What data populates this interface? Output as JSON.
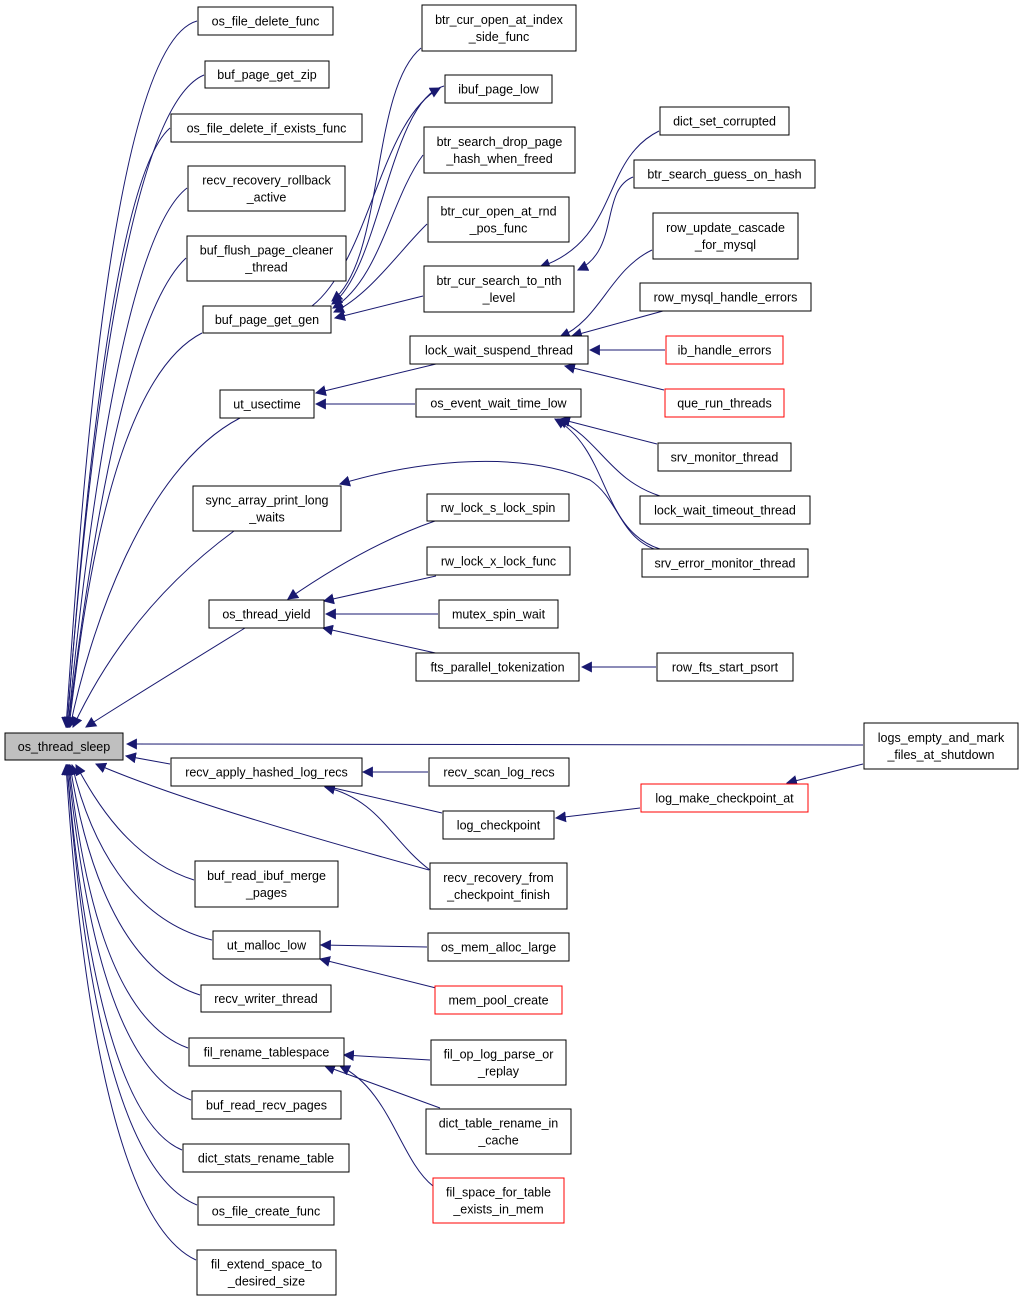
{
  "graph": {
    "nodes": [
      {
        "id": "os_thread_sleep",
        "lines": [
          "os_thread_sleep"
        ],
        "fill": "#bfbfbf",
        "stroke": "#000000"
      },
      {
        "id": "os_file_delete_func",
        "lines": [
          "os_file_delete_func"
        ],
        "fill": "#ffffff",
        "stroke": "#000000"
      },
      {
        "id": "buf_page_get_zip",
        "lines": [
          "buf_page_get_zip"
        ],
        "fill": "#ffffff",
        "stroke": "#000000"
      },
      {
        "id": "os_file_delete_if_exists_func",
        "lines": [
          "os_file_delete_if_exists_func"
        ],
        "fill": "#ffffff",
        "stroke": "#000000"
      },
      {
        "id": "recv_recovery_rollback_active",
        "lines": [
          "recv_recovery_rollback",
          "_active"
        ],
        "fill": "#ffffff",
        "stroke": "#000000"
      },
      {
        "id": "buf_flush_page_cleaner_thread",
        "lines": [
          "buf_flush_page_cleaner",
          "_thread"
        ],
        "fill": "#ffffff",
        "stroke": "#000000"
      },
      {
        "id": "buf_page_get_gen",
        "lines": [
          "buf_page_get_gen"
        ],
        "fill": "#ffffff",
        "stroke": "#000000"
      },
      {
        "id": "ut_usectime",
        "lines": [
          "ut_usectime"
        ],
        "fill": "#ffffff",
        "stroke": "#000000"
      },
      {
        "id": "sync_array_print_long_waits",
        "lines": [
          "sync_array_print_long",
          "_waits"
        ],
        "fill": "#ffffff",
        "stroke": "#000000"
      },
      {
        "id": "os_thread_yield",
        "lines": [
          "os_thread_yield"
        ],
        "fill": "#ffffff",
        "stroke": "#000000"
      },
      {
        "id": "recv_apply_hashed_log_recs",
        "lines": [
          "recv_apply_hashed_log_recs"
        ],
        "fill": "#ffffff",
        "stroke": "#000000"
      },
      {
        "id": "buf_read_ibuf_merge_pages",
        "lines": [
          "buf_read_ibuf_merge",
          "_pages"
        ],
        "fill": "#ffffff",
        "stroke": "#000000"
      },
      {
        "id": "ut_malloc_low",
        "lines": [
          "ut_malloc_low"
        ],
        "fill": "#ffffff",
        "stroke": "#000000"
      },
      {
        "id": "recv_writer_thread",
        "lines": [
          "recv_writer_thread"
        ],
        "fill": "#ffffff",
        "stroke": "#000000"
      },
      {
        "id": "fil_rename_tablespace",
        "lines": [
          "fil_rename_tablespace"
        ],
        "fill": "#ffffff",
        "stroke": "#000000"
      },
      {
        "id": "buf_read_recv_pages",
        "lines": [
          "buf_read_recv_pages"
        ],
        "fill": "#ffffff",
        "stroke": "#000000"
      },
      {
        "id": "dict_stats_rename_table",
        "lines": [
          "dict_stats_rename_table"
        ],
        "fill": "#ffffff",
        "stroke": "#000000"
      },
      {
        "id": "os_file_create_func",
        "lines": [
          "os_file_create_func"
        ],
        "fill": "#ffffff",
        "stroke": "#000000"
      },
      {
        "id": "fil_extend_space_to_desired_size",
        "lines": [
          "fil_extend_space_to",
          "_desired_size"
        ],
        "fill": "#ffffff",
        "stroke": "#000000"
      },
      {
        "id": "btr_cur_open_at_index_side_func",
        "lines": [
          "btr_cur_open_at_index",
          "_side_func"
        ],
        "fill": "#ffffff",
        "stroke": "#000000"
      },
      {
        "id": "ibuf_page_low",
        "lines": [
          "ibuf_page_low"
        ],
        "fill": "#ffffff",
        "stroke": "#000000"
      },
      {
        "id": "btr_search_drop_page_hash_when_freed",
        "lines": [
          "btr_search_drop_page",
          "_hash_when_freed"
        ],
        "fill": "#ffffff",
        "stroke": "#000000"
      },
      {
        "id": "btr_cur_open_at_rnd_pos_func",
        "lines": [
          "btr_cur_open_at_rnd",
          "_pos_func"
        ],
        "fill": "#ffffff",
        "stroke": "#000000"
      },
      {
        "id": "btr_cur_search_to_nth_level",
        "lines": [
          "btr_cur_search_to_nth",
          "_level"
        ],
        "fill": "#ffffff",
        "stroke": "#000000"
      },
      {
        "id": "lock_wait_suspend_thread",
        "lines": [
          "lock_wait_suspend_thread"
        ],
        "fill": "#ffffff",
        "stroke": "#000000"
      },
      {
        "id": "os_event_wait_time_low",
        "lines": [
          "os_event_wait_time_low"
        ],
        "fill": "#ffffff",
        "stroke": "#000000"
      },
      {
        "id": "rw_lock_s_lock_spin",
        "lines": [
          "rw_lock_s_lock_spin"
        ],
        "fill": "#ffffff",
        "stroke": "#000000"
      },
      {
        "id": "rw_lock_x_lock_func",
        "lines": [
          "rw_lock_x_lock_func"
        ],
        "fill": "#ffffff",
        "stroke": "#000000"
      },
      {
        "id": "mutex_spin_wait",
        "lines": [
          "mutex_spin_wait"
        ],
        "fill": "#ffffff",
        "stroke": "#000000"
      },
      {
        "id": "fts_parallel_tokenization",
        "lines": [
          "fts_parallel_tokenization"
        ],
        "fill": "#ffffff",
        "stroke": "#000000"
      },
      {
        "id": "recv_scan_log_recs",
        "lines": [
          "recv_scan_log_recs"
        ],
        "fill": "#ffffff",
        "stroke": "#000000"
      },
      {
        "id": "log_checkpoint",
        "lines": [
          "log_checkpoint"
        ],
        "fill": "#ffffff",
        "stroke": "#000000"
      },
      {
        "id": "recv_recovery_from_checkpoint_finish",
        "lines": [
          "recv_recovery_from",
          "_checkpoint_finish"
        ],
        "fill": "#ffffff",
        "stroke": "#000000"
      },
      {
        "id": "os_mem_alloc_large",
        "lines": [
          "os_mem_alloc_large"
        ],
        "fill": "#ffffff",
        "stroke": "#000000"
      },
      {
        "id": "mem_pool_create",
        "lines": [
          "mem_pool_create"
        ],
        "fill": "#ffffff",
        "stroke": "#ff0000"
      },
      {
        "id": "fil_op_log_parse_or_replay",
        "lines": [
          "fil_op_log_parse_or",
          "_replay"
        ],
        "fill": "#ffffff",
        "stroke": "#000000"
      },
      {
        "id": "dict_table_rename_in_cache",
        "lines": [
          "dict_table_rename_in",
          "_cache"
        ],
        "fill": "#ffffff",
        "stroke": "#000000"
      },
      {
        "id": "fil_space_for_table_exists_in_mem",
        "lines": [
          "fil_space_for_table",
          "_exists_in_mem"
        ],
        "fill": "#ffffff",
        "stroke": "#ff0000"
      },
      {
        "id": "dict_set_corrupted",
        "lines": [
          "dict_set_corrupted"
        ],
        "fill": "#ffffff",
        "stroke": "#000000"
      },
      {
        "id": "btr_search_guess_on_hash",
        "lines": [
          "btr_search_guess_on_hash"
        ],
        "fill": "#ffffff",
        "stroke": "#000000"
      },
      {
        "id": "row_update_cascade_for_mysql",
        "lines": [
          "row_update_cascade",
          "_for_mysql"
        ],
        "fill": "#ffffff",
        "stroke": "#000000"
      },
      {
        "id": "row_mysql_handle_errors",
        "lines": [
          "row_mysql_handle_errors"
        ],
        "fill": "#ffffff",
        "stroke": "#000000"
      },
      {
        "id": "ib_handle_errors",
        "lines": [
          "ib_handle_errors"
        ],
        "fill": "#ffffff",
        "stroke": "#ff0000"
      },
      {
        "id": "que_run_threads",
        "lines": [
          "que_run_threads"
        ],
        "fill": "#ffffff",
        "stroke": "#ff0000"
      },
      {
        "id": "srv_monitor_thread",
        "lines": [
          "srv_monitor_thread"
        ],
        "fill": "#ffffff",
        "stroke": "#000000"
      },
      {
        "id": "lock_wait_timeout_thread",
        "lines": [
          "lock_wait_timeout_thread"
        ],
        "fill": "#ffffff",
        "stroke": "#000000"
      },
      {
        "id": "srv_error_monitor_thread",
        "lines": [
          "srv_error_monitor_thread"
        ],
        "fill": "#ffffff",
        "stroke": "#000000"
      },
      {
        "id": "row_fts_start_psort",
        "lines": [
          "row_fts_start_psort"
        ],
        "fill": "#ffffff",
        "stroke": "#000000"
      },
      {
        "id": "log_make_checkpoint_at",
        "lines": [
          "log_make_checkpoint_at"
        ],
        "fill": "#ffffff",
        "stroke": "#ff0000"
      },
      {
        "id": "logs_empty_and_mark_files_at_shutdown",
        "lines": [
          "logs_empty_and_mark",
          "_files_at_shutdown"
        ],
        "fill": "#ffffff",
        "stroke": "#000000"
      }
    ],
    "edges": [
      {
        "from": "os_file_delete_func",
        "to": "os_thread_sleep"
      },
      {
        "from": "buf_page_get_zip",
        "to": "os_thread_sleep"
      },
      {
        "from": "os_file_delete_if_exists_func",
        "to": "os_thread_sleep"
      },
      {
        "from": "recv_recovery_rollback_active",
        "to": "os_thread_sleep"
      },
      {
        "from": "buf_flush_page_cleaner_thread",
        "to": "os_thread_sleep"
      },
      {
        "from": "buf_page_get_gen",
        "to": "os_thread_sleep"
      },
      {
        "from": "ut_usectime",
        "to": "os_thread_sleep"
      },
      {
        "from": "sync_array_print_long_waits",
        "to": "os_thread_sleep"
      },
      {
        "from": "os_thread_yield",
        "to": "os_thread_sleep"
      },
      {
        "from": "recv_apply_hashed_log_recs",
        "to": "os_thread_sleep"
      },
      {
        "from": "buf_read_ibuf_merge_pages",
        "to": "os_thread_sleep"
      },
      {
        "from": "ut_malloc_low",
        "to": "os_thread_sleep"
      },
      {
        "from": "recv_writer_thread",
        "to": "os_thread_sleep"
      },
      {
        "from": "fil_rename_tablespace",
        "to": "os_thread_sleep"
      },
      {
        "from": "buf_read_recv_pages",
        "to": "os_thread_sleep"
      },
      {
        "from": "dict_stats_rename_table",
        "to": "os_thread_sleep"
      },
      {
        "from": "os_file_create_func",
        "to": "os_thread_sleep"
      },
      {
        "from": "fil_extend_space_to_desired_size",
        "to": "os_thread_sleep"
      },
      {
        "from": "logs_empty_and_mark_files_at_shutdown",
        "to": "os_thread_sleep"
      },
      {
        "from": "recv_recovery_from_checkpoint_finish",
        "to": "os_thread_sleep"
      },
      {
        "from": "btr_cur_open_at_index_side_func",
        "to": "buf_page_get_gen"
      },
      {
        "from": "ibuf_page_low",
        "to": "buf_page_get_gen"
      },
      {
        "from": "btr_search_drop_page_hash_when_freed",
        "to": "buf_page_get_gen"
      },
      {
        "from": "btr_cur_open_at_rnd_pos_func",
        "to": "buf_page_get_gen"
      },
      {
        "from": "btr_cur_search_to_nth_level",
        "to": "buf_page_get_gen"
      },
      {
        "from": "btr_cur_search_to_nth_level",
        "to": "ibuf_page_low"
      },
      {
        "from": "dict_set_corrupted",
        "to": "btr_cur_search_to_nth_level"
      },
      {
        "from": "btr_search_guess_on_hash",
        "to": "btr_cur_search_to_nth_level"
      },
      {
        "from": "lock_wait_suspend_thread",
        "to": "ut_usectime"
      },
      {
        "from": "os_event_wait_time_low",
        "to": "ut_usectime"
      },
      {
        "from": "row_update_cascade_for_mysql",
        "to": "lock_wait_suspend_thread"
      },
      {
        "from": "row_mysql_handle_errors",
        "to": "lock_wait_suspend_thread"
      },
      {
        "from": "ib_handle_errors",
        "to": "lock_wait_suspend_thread"
      },
      {
        "from": "que_run_threads",
        "to": "lock_wait_suspend_thread"
      },
      {
        "from": "srv_monitor_thread",
        "to": "os_event_wait_time_low"
      },
      {
        "from": "lock_wait_timeout_thread",
        "to": "os_event_wait_time_low"
      },
      {
        "from": "srv_error_monitor_thread",
        "to": "os_event_wait_time_low"
      },
      {
        "from": "srv_error_monitor_thread",
        "to": "sync_array_print_long_waits"
      },
      {
        "from": "rw_lock_s_lock_spin",
        "to": "os_thread_yield"
      },
      {
        "from": "rw_lock_x_lock_func",
        "to": "os_thread_yield"
      },
      {
        "from": "mutex_spin_wait",
        "to": "os_thread_yield"
      },
      {
        "from": "fts_parallel_tokenization",
        "to": "os_thread_yield"
      },
      {
        "from": "row_fts_start_psort",
        "to": "fts_parallel_tokenization"
      },
      {
        "from": "recv_scan_log_recs",
        "to": "recv_apply_hashed_log_recs"
      },
      {
        "from": "log_checkpoint",
        "to": "recv_apply_hashed_log_recs"
      },
      {
        "from": "recv_recovery_from_checkpoint_finish",
        "to": "recv_apply_hashed_log_recs"
      },
      {
        "from": "log_make_checkpoint_at",
        "to": "log_checkpoint"
      },
      {
        "from": "logs_empty_and_mark_files_at_shutdown",
        "to": "log_make_checkpoint_at"
      },
      {
        "from": "os_mem_alloc_large",
        "to": "ut_malloc_low"
      },
      {
        "from": "mem_pool_create",
        "to": "ut_malloc_low"
      },
      {
        "from": "fil_op_log_parse_or_replay",
        "to": "fil_rename_tablespace"
      },
      {
        "from": "dict_table_rename_in_cache",
        "to": "fil_rename_tablespace"
      },
      {
        "from": "fil_space_for_table_exists_in_mem",
        "to": "fil_rename_tablespace"
      }
    ],
    "colors": {
      "edge": "#191970",
      "focus_fill": "#bfbfbf",
      "truncated_border": "#ff0000"
    }
  }
}
